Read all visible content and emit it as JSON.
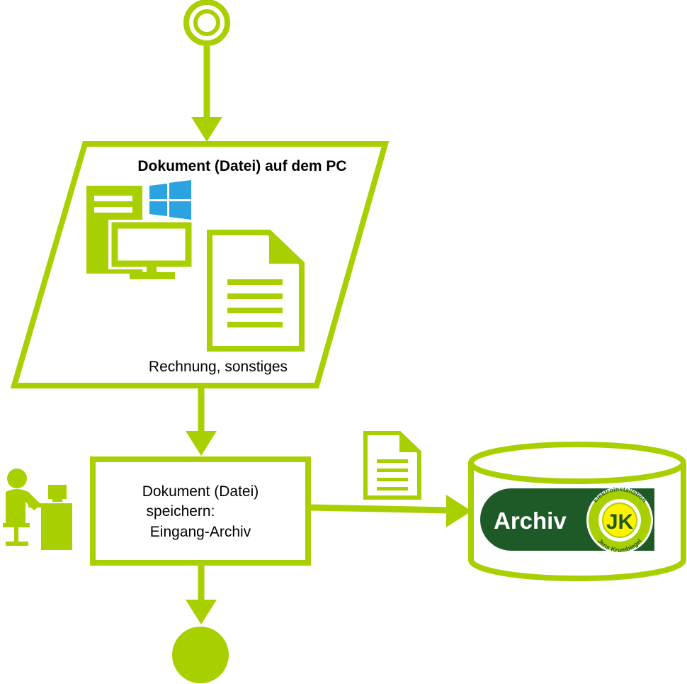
{
  "colors": {
    "accent": "#a8d000",
    "archive_dark_green": "#1e5a28",
    "windows_blue": "#2aa3e0",
    "text": "#000000",
    "white": "#ffffff"
  },
  "input_shape": {
    "title": "Dokument (Datei) auf dem PC",
    "caption": "Rechnung, sonstiges"
  },
  "process": {
    "line1": "Dokument (Datei)",
    "line2": "speichern:",
    "line3": "Eingang-Archiv"
  },
  "archive": {
    "label": "Archiv",
    "logo_letters": "JK",
    "logo_ring_top": "Elektroinstallation",
    "logo_ring_bottom": "Jens Krumbiegel"
  },
  "icons": {
    "start": "start-node-icon",
    "end": "end-node-icon",
    "pc": "desktop-pc-icon",
    "windows": "windows-logo-icon",
    "document": "document-icon",
    "person": "person-at-desk-icon",
    "database": "database-cylinder-icon"
  }
}
